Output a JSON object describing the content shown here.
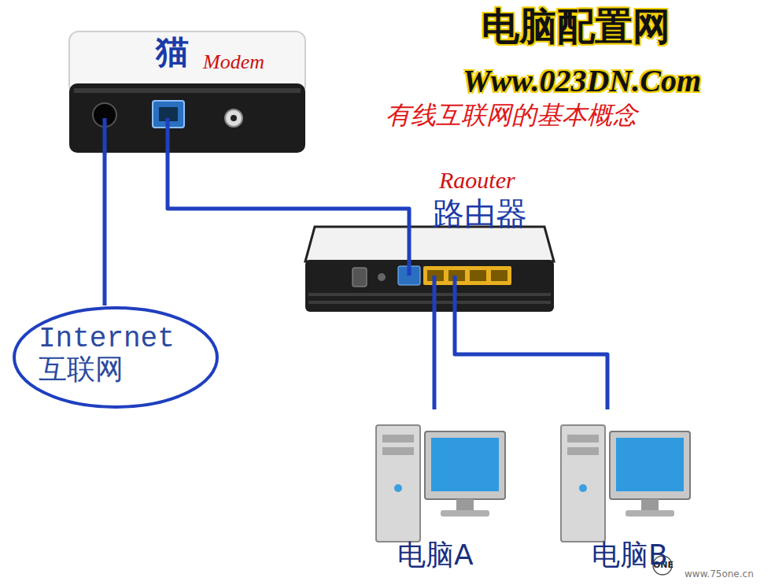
{
  "diagram": {
    "title": "有线互联网的基本概念",
    "nodes": [
      {
        "text": [
          "猫",
          "Modem"
        ]
      },
      {
        "text": [
          "Raouter",
          "路由器"
        ]
      },
      {
        "text": [
          "Internet 互联网"
        ]
      },
      {
        "text": [
          "电脑A"
        ]
      },
      {
        "text": [
          "电脑B"
        ]
      }
    ],
    "edges": [
      {
        "from": 0,
        "to": 2,
        "arrow": "none"
      },
      {
        "from": 0,
        "to": 1,
        "arrow": "none"
      },
      {
        "from": 1,
        "to": 3,
        "arrow": "none"
      },
      {
        "from": 1,
        "to": 4,
        "arrow": "none"
      }
    ],
    "labels": [
      "电脑配置网",
      "Www.023DN.Com",
      "ONE",
      "www.75one.cn"
    ]
  }
}
